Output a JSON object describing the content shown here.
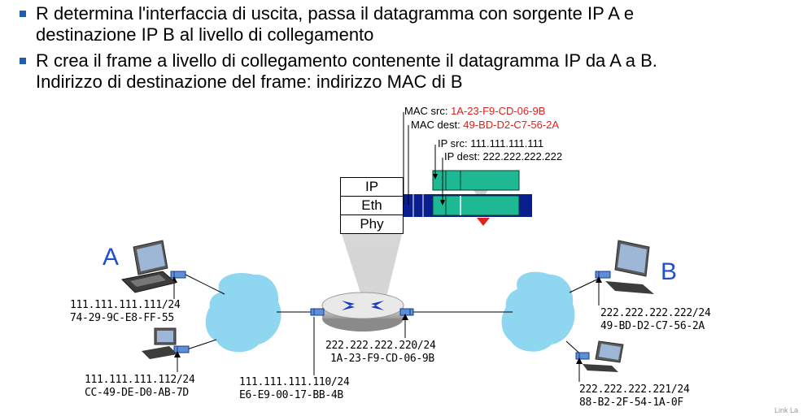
{
  "bullets": [
    {
      "line1": "R determina l'interfaccia di uscita, passa il datagramma con sorgente IP A e",
      "line2": "destinazione IP B al livello di collegamento"
    },
    {
      "line1": "R crea il frame a livello di collegamento contenente il datagramma IP da A a B.",
      "line2": "Indirizzo di destinazione del frame: indirizzo MAC di B"
    }
  ],
  "frame": {
    "mac_src_label": "MAC src: ",
    "mac_src_value": "1A-23-F9-CD-06-9B",
    "mac_dest_label": "MAC dest: ",
    "mac_dest_value": "49-BD-D2-C7-56-2A",
    "ip_src_label": "IP src: ",
    "ip_src_value": "111.111.111.111",
    "ip_dest_label": "IP dest: ",
    "ip_dest_value": "222.222.222.222"
  },
  "stack": [
    "IP",
    "Eth",
    "Phy"
  ],
  "hosts": {
    "A": {
      "label": "A",
      "ip": "111.111.111.111/24",
      "mac": "74-29-9C-E8-FF-55"
    },
    "A2": {
      "ip": "111.111.111.112/24",
      "mac": "CC-49-DE-D0-AB-7D"
    },
    "B": {
      "label": "B",
      "ip": "222.222.222.222/24",
      "mac": "49-BD-D2-C7-56-2A"
    },
    "B2": {
      "ip": "222.222.222.221/24",
      "mac": "88-B2-2F-54-1A-0F"
    }
  },
  "router": {
    "right_ip": "222.222.222.220/24",
    "right_mac": "1A-23-F9-CD-06-9B",
    "left_ip": "111.111.111.110/24",
    "left_mac": "E6-E9-00-17-BB-4B"
  },
  "footer": "Link La",
  "colors": {
    "frame_blue": "#0a1f8f",
    "payload_green": "#1fb894",
    "accent_red": "#e0201b",
    "cloud": "#8fd6f0",
    "host_label": "#1f4fd0"
  }
}
